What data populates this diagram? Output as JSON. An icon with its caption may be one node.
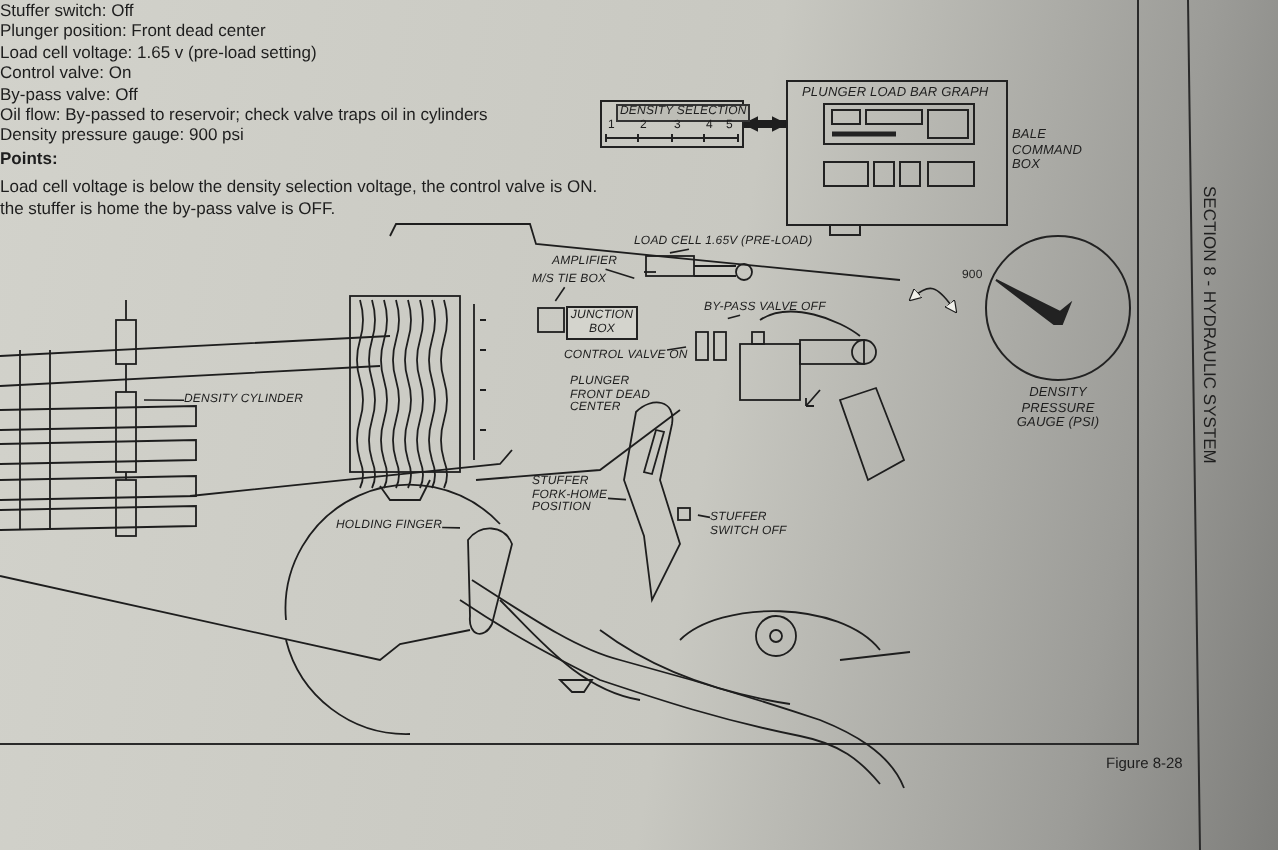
{
  "diagram": {
    "caption": "Figure 8-28",
    "nodes": [
      {
        "text": [
          "PLUNGER LOAD BAR GRAPH",
          "BALE COMMAND BOX"
        ]
      },
      {
        "text": [
          "DENSITY SELECTION"
        ]
      },
      {
        "text": [
          "900",
          "DENSITY PRESSURE GAUGE (PSI)"
        ]
      },
      {
        "text": [],
        "shape": "picture"
      },
      {
        "text": [
          "JUNCTION BOX"
        ],
        "in": 3
      },
      {
        "text": [
          "AMPLIFIER"
        ],
        "in": 3
      },
      {
        "text": [
          "LOAD CELL 1.65V (PRE-LOAD)"
        ],
        "in": 3
      },
      {
        "text": [
          "M/S TIE BOX"
        ],
        "in": 3
      },
      {
        "text": [
          "BY-PASS VALVE OFF"
        ],
        "in": 3
      },
      {
        "text": [
          "CONTROL VALVE ON"
        ],
        "in": 3
      },
      {
        "text": [
          "DENSITY CYLINDER"
        ],
        "in": 3
      },
      {
        "text": [
          "STUFFER FORK-HOME POSITION"
        ],
        "in": 3
      },
      {
        "text": [
          "STUFFER SWITCH OFF"
        ],
        "in": 3
      },
      {
        "text": [
          "HOLDING FINGER"
        ],
        "in": 3
      }
    ],
    "edges": [
      {
        "from": 1,
        "to": 0,
        "arrow": "both",
        "style": "thick"
      },
      {
        "from": 2,
        "to": 3,
        "arrow": "both"
      },
      {
        "from": 5,
        "to": null,
        "arrow": "none"
      },
      {
        "from": 6,
        "to": null,
        "arrow": "none"
      },
      {
        "from": 7,
        "to": null,
        "arrow": "none"
      },
      {
        "from": 8,
        "to": null,
        "arrow": "none"
      },
      {
        "from": 9,
        "to": null,
        "arrow": "none"
      },
      {
        "from": 10,
        "to": null,
        "arrow": "none"
      },
      {
        "from": 11,
        "to": null,
        "arrow": "none"
      },
      {
        "from": 12,
        "to": null,
        "arrow": "none"
      },
      {
        "from": 13,
        "to": null,
        "arrow": "none"
      }
    ],
    "labels": [
      "Stuffer switch: Off",
      "Plunger position: Front dead center",
      "Load cell voltage: 1.65 v (pre-load setting)",
      "Control valve: On",
      "By-pass valve: Off",
      "Oil flow: By-passed to reservoir; check valve traps oil in cylinders",
      "Density pressure gauge: 900 psi",
      "Points:",
      "Load cell voltage is below the density selection voltage, the control valve is ON.",
      "the stuffer is home the by-pass valve is OFF.",
      "1",
      "2",
      "3",
      "4",
      "5",
      "PLUNGER FRONT DEAD CENTER",
      "SECTION 8 - HYDRAULIC SYSTEM"
    ]
  }
}
